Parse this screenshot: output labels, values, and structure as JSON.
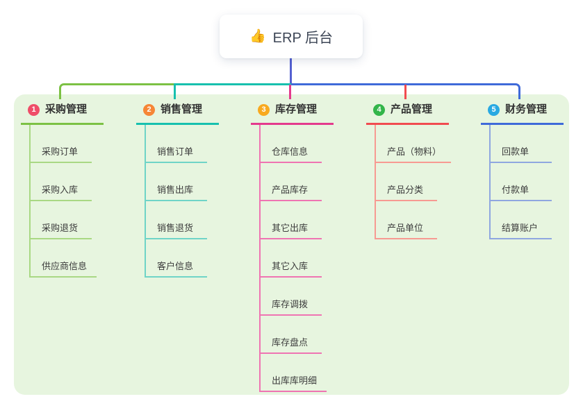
{
  "palette": {
    "page_bg": "#ffffff",
    "panel_bg": "#e7f5df",
    "root_card_bg": "#ffffff",
    "root_line": "#5460d1",
    "root_text": "#3b4454",
    "title_text": "#333333",
    "child_text": "#3c3c3c",
    "badge_text": "#ffffff"
  },
  "root": {
    "icon": "thumbs-up-icon",
    "icon_char": "👍",
    "title": "ERP 后台"
  },
  "branches": [
    {
      "number": "1",
      "title": "采购管理",
      "badge_color": "#ef4d68",
      "line_color": "#7cc144",
      "child_line_color": "#a9d884",
      "children": [
        "采购订单",
        "采购入库",
        "采购退货",
        "供应商信息"
      ]
    },
    {
      "number": "2",
      "title": "销售管理",
      "badge_color": "#f68636",
      "line_color": "#17c0ae",
      "child_line_color": "#6fd4c7",
      "children": [
        "销售订单",
        "销售出库",
        "销售退货",
        "客户信息"
      ]
    },
    {
      "number": "3",
      "title": "库存管理",
      "badge_color": "#f8a91f",
      "line_color": "#e43a8d",
      "child_line_color": "#ef74b2",
      "children": [
        "仓库信息",
        "产品库存",
        "其它出库",
        "其它入库",
        "库存调拨",
        "库存盘点",
        "出库库明细"
      ]
    },
    {
      "number": "4",
      "title": "产品管理",
      "badge_color": "#33b54a",
      "line_color": "#f14b50",
      "child_line_color": "#f79a92",
      "children": [
        "产品（物料）",
        "产品分类",
        "产品单位"
      ]
    },
    {
      "number": "5",
      "title": "财务管理",
      "badge_color": "#29a9e2",
      "line_color": "#3f6ad9",
      "child_line_color": "#8fa7e0",
      "children": [
        "回款单",
        "付款单",
        "结算账户"
      ]
    }
  ]
}
